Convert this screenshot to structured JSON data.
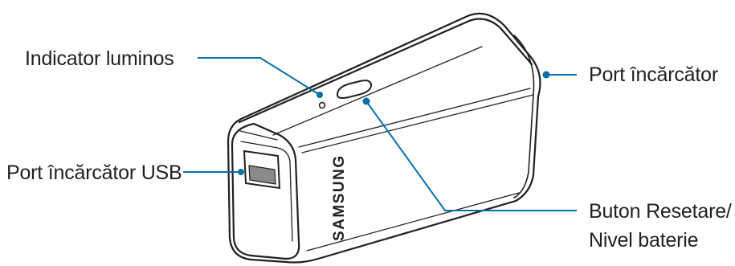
{
  "labels": {
    "indicator": "Indicator luminos",
    "charger_port": "Port încărcător",
    "usb_port": "Port încărcător USB",
    "reset_button_line1": "Buton Resetare/",
    "reset_button_line2": "Nivel baterie"
  },
  "device": {
    "brand": "SAMSUNG"
  },
  "colors": {
    "leader": "#0a6ea8",
    "outline": "#231f20",
    "port": "#8a8a8a"
  }
}
